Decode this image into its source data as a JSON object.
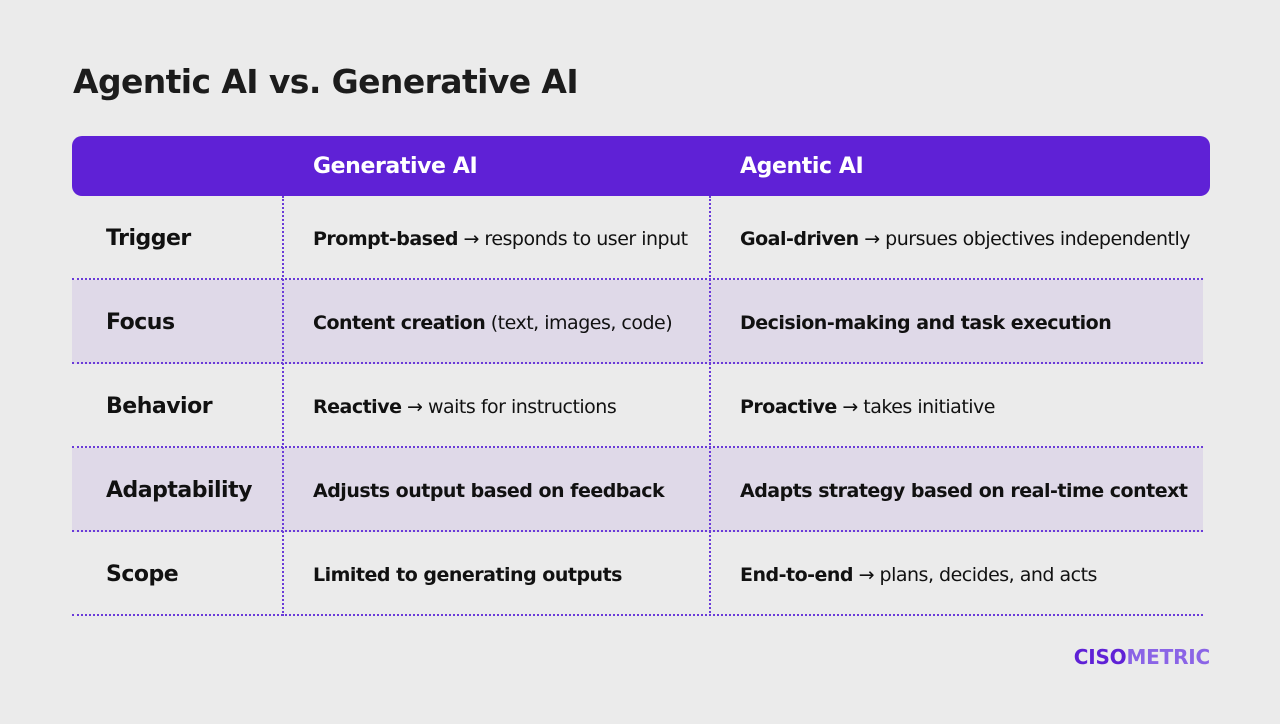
{
  "title": "Agentic AI vs. Generative AI",
  "columns": {
    "generative": "Generative AI",
    "agentic": "Agentic AI"
  },
  "rows": [
    {
      "label": "Trigger",
      "generative": {
        "bold": "Prompt-based",
        "rest": " → responds to user input"
      },
      "agentic": {
        "bold": "Goal-driven",
        "rest": " → pursues objectives independently"
      }
    },
    {
      "label": "Focus",
      "generative": {
        "bold": "Content creation",
        "rest": " (text, images, code)"
      },
      "agentic": {
        "bold": "Decision-making and task execution",
        "rest": ""
      }
    },
    {
      "label": "Behavior",
      "generative": {
        "bold": "Reactive",
        "rest": " → waits for instructions"
      },
      "agentic": {
        "bold": "Proactive",
        "rest": " → takes initiative"
      }
    },
    {
      "label": "Adaptability",
      "generative": {
        "bold": "Adjusts output based on feedback",
        "rest": ""
      },
      "agentic": {
        "bold": "Adapts strategy based on real-time context",
        "rest": ""
      }
    },
    {
      "label": "Scope",
      "generative": {
        "bold": "Limited to generating outputs",
        "rest": ""
      },
      "agentic": {
        "bold": "End-to-end",
        "rest": " → plans, decides, and acts"
      }
    }
  ],
  "logo": {
    "part1": "CISO",
    "part2": "METRIC"
  },
  "colors": {
    "accent": "#5f21d6",
    "shaded_row": "#dfd9e8",
    "background": "#ebebeb"
  }
}
